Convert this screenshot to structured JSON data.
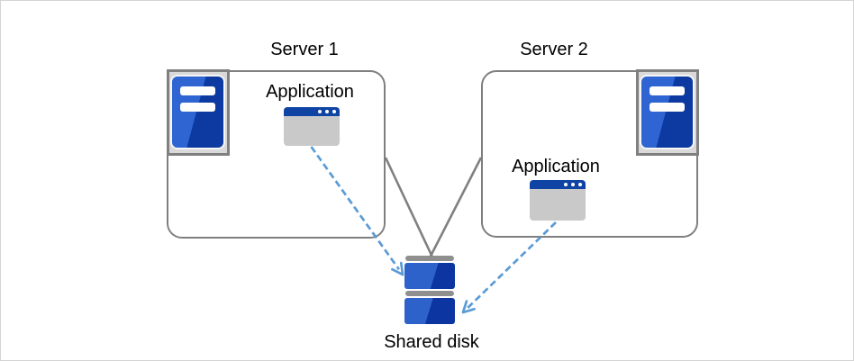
{
  "diagram": {
    "server1": {
      "label": "Server 1",
      "application": {
        "label": "Application"
      }
    },
    "server2": {
      "label": "Server 2",
      "application": {
        "label": "Application"
      }
    },
    "shared_disk": {
      "label": "Shared disk"
    },
    "connections": [
      {
        "from": "server1-box",
        "to": "shared-disk",
        "style": "solid-gray-line"
      },
      {
        "from": "server2-box",
        "to": "shared-disk",
        "style": "solid-gray-line"
      },
      {
        "from": "server1-application",
        "to": "shared-disk",
        "style": "dashed-blue-arrow"
      },
      {
        "from": "server2-application",
        "to": "shared-disk",
        "style": "dashed-blue-arrow"
      }
    ],
    "icons": {
      "server1": "server-tower-icon",
      "server2": "server-tower-icon",
      "application1": "application-window-icon",
      "application2": "application-window-icon",
      "shared_disk": "disk-stack-icon"
    },
    "colors": {
      "box_border": "#7f7f7f",
      "icon_panel_bg": "#d9d9d9",
      "icon_panel_border": "#808080",
      "blue_light": "#2e65d2",
      "blue_dark": "#0d3aa1",
      "window_titlebar": "#0f44a4",
      "window_body": "#c9c9c9",
      "dashed_arrow": "#5b9bd5",
      "disk_cap_gray": "#8f8f8f",
      "label_text": "#000000",
      "canvas_border": "#d4d4d4"
    }
  }
}
